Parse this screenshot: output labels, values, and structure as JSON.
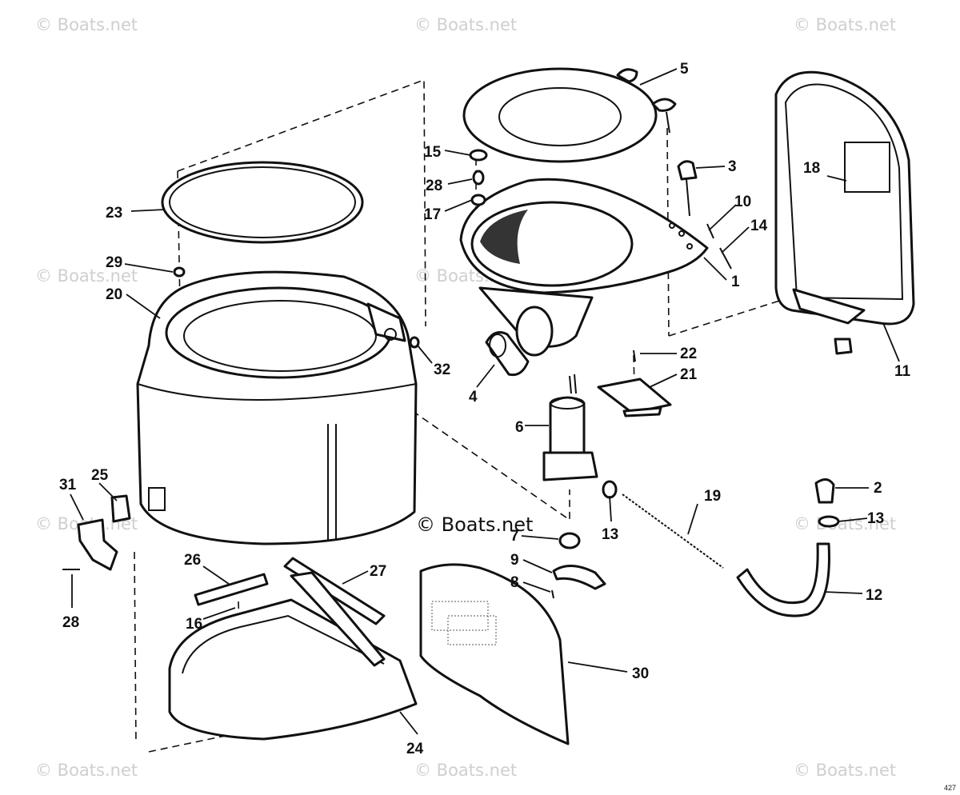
{
  "watermark": "© Boats.net",
  "figure_code": "427",
  "callouts": {
    "c1": "1",
    "c2": "2",
    "c3": "3",
    "c4": "4",
    "c5": "5",
    "c6": "6",
    "c7": "7",
    "c8": "8",
    "c9": "9",
    "c10": "10",
    "c11": "11",
    "c12": "12",
    "c13a": "13",
    "c13b": "13",
    "c14": "14",
    "c15": "15",
    "c16": "16",
    "c17": "17",
    "c18": "18",
    "c19": "19",
    "c20": "20",
    "c21": "21",
    "c22": "22",
    "c23": "23",
    "c24": "24",
    "c25": "25",
    "c26": "26",
    "c27": "27",
    "c28a": "28",
    "c28b": "28",
    "c29": "29",
    "c30": "30",
    "c31": "31",
    "c32": "32"
  }
}
